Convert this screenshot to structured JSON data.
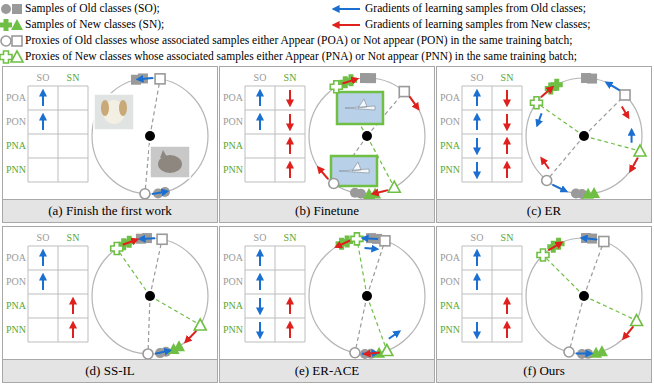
{
  "diagram": {
    "nodes": [
      {
        "text": [
          "(a) Finish the first work"
        ]
      },
      {
        "text": [
          "(b) Finetune"
        ]
      },
      {
        "text": [
          "(c) ER"
        ]
      },
      {
        "text": [
          "(d) SS-IL"
        ]
      },
      {
        "text": [
          "(e) ER-ACE"
        ]
      },
      {
        "text": [
          "(f) Ours"
        ]
      }
    ],
    "labels": [
      "SO",
      "SN",
      "POA",
      "PON",
      "PNA",
      "PNN",
      "SO",
      "SN",
      "POA",
      "PON",
      "PNA",
      "PNN",
      "SO",
      "SN",
      "POA",
      "PON",
      "PNA",
      "PNN",
      "SO",
      "SN",
      "POA",
      "PON",
      "PNA",
      "PNN",
      "SO",
      "SN",
      "POA",
      "PON",
      "PNA",
      "PNN",
      "SO",
      "SN",
      "POA",
      "PON",
      "PNA",
      "PNN"
    ],
    "legend": [
      {
        "text": "Samples of Old classes (SO);"
      },
      {
        "text": "Gradients of learning samples from Old classes;"
      },
      {
        "text": "Samples of New classes (SN);"
      },
      {
        "text": "Gradients of learning samples from New classes;"
      },
      {
        "text": "Proxies of Old classes whose associated samples either Appear (POA) or Not appear (PON) in the same training batch;"
      },
      {
        "text": "Proxies of New classes whose associated samples either Appear (PNA) or Not appear (PNN) in the same training batch;"
      }
    ]
  }
}
